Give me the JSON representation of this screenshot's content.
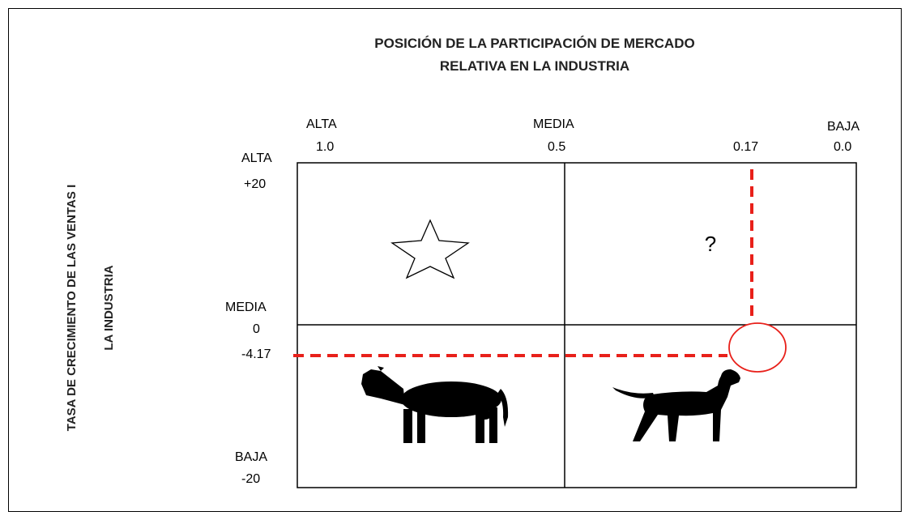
{
  "title_line1": "POSICIÓN DE LA PARTICIPACIÓN DE MERCADO",
  "title_line2": "RELATIVA EN LA INDUSTRIA",
  "y_axis_line1": "TASA DE CRECIMIENTO DE LAS VENTAS I",
  "y_axis_line2": "LA INDUSTRIA",
  "x_levels": {
    "high": "ALTA",
    "medium": "MEDIA",
    "low": "BAJA"
  },
  "x_ticks": {
    "high": "1.0",
    "medium": "0.5",
    "point": "0.17",
    "low": "0.0"
  },
  "y_levels": {
    "high": "ALTA",
    "medium": "MEDIA",
    "low": "BAJA"
  },
  "y_ticks": {
    "high": "+20",
    "medium": "0",
    "point": "-4.17",
    "low": "-20"
  },
  "question_mark": "?",
  "quadrant_icons": [
    "star-icon",
    "question-mark",
    "cow-icon",
    "dog-icon"
  ],
  "point": {
    "x": 0.17,
    "y": -4.17
  },
  "colors": {
    "dashed_line": "#e8201a",
    "circle": "#e8201a"
  }
}
